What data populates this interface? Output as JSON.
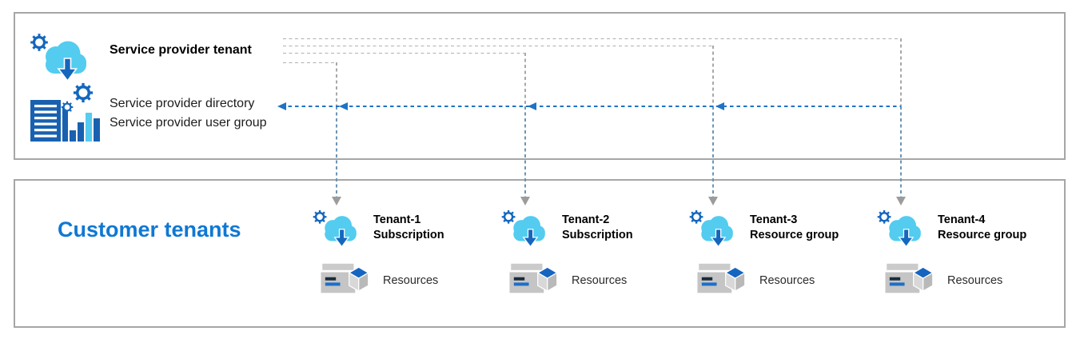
{
  "provider_box": {
    "tenant_label": "Service provider tenant",
    "directory_label": "Service provider directory",
    "user_group_label": "Service provider user group"
  },
  "customer_box": {
    "title": "Customer tenants",
    "tenants": [
      {
        "name": "Tenant-1",
        "scope": "Subscription",
        "resources_label": "Resources"
      },
      {
        "name": "Tenant-2",
        "scope": "Subscription",
        "resources_label": "Resources"
      },
      {
        "name": "Tenant-3",
        "scope": "Resource group",
        "resources_label": "Resources"
      },
      {
        "name": "Tenant-4",
        "scope": "Resource group",
        "resources_label": "Resources"
      }
    ]
  },
  "icons": {
    "provider_tenant": "cloud-gear-download-icon",
    "provider_directory": "directory-gears-barchart-icon",
    "customer_tenant": "cloud-gear-download-icon",
    "resources": "server-list-cube-icon"
  },
  "colors": {
    "customer_title_blue": "#0f78d4",
    "icon_blue": "#1467bd",
    "cloud_cyan": "#53ccf0",
    "delegation_arrow_blue": "#1e73c4",
    "dashed_line_gray": "#b0b0b0",
    "box_border_gray": "#a6a6a6"
  }
}
